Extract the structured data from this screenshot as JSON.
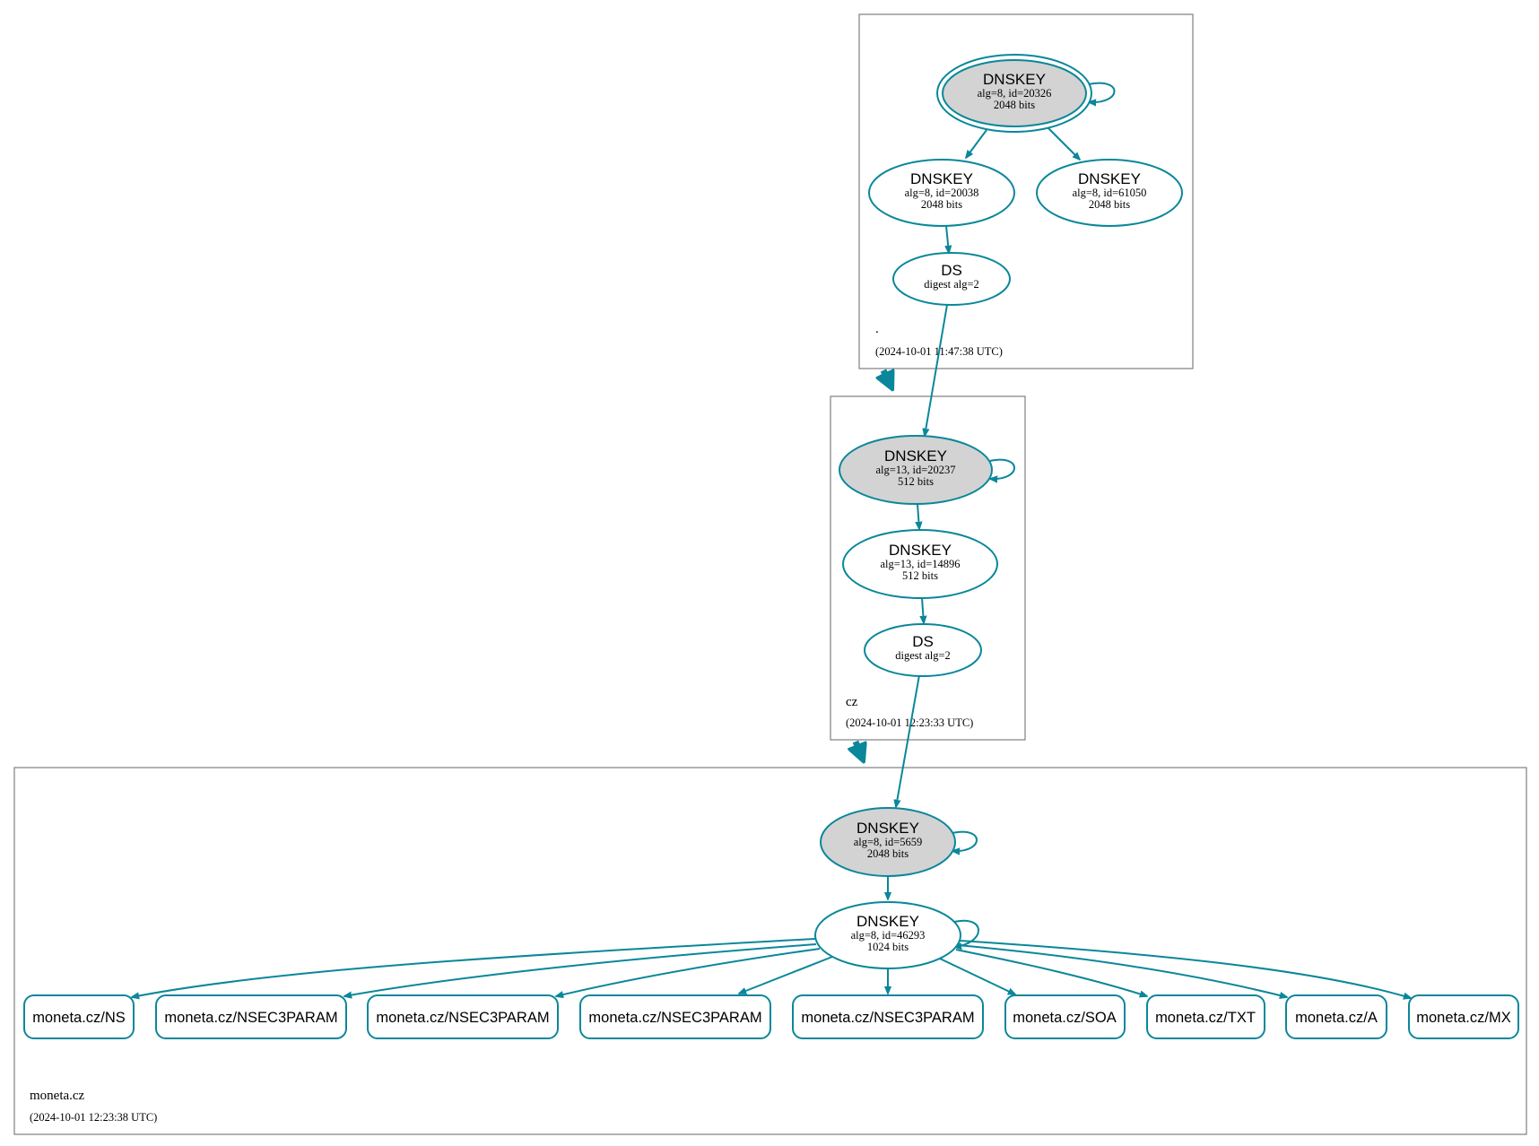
{
  "zones": {
    "root": {
      "name": ".",
      "timestamp": "(2024-10-01 11:47:38 UTC)"
    },
    "cz": {
      "name": "cz",
      "timestamp": "(2024-10-01 12:23:33 UTC)"
    },
    "moneta": {
      "name": "moneta.cz",
      "timestamp": "(2024-10-01 12:23:38 UTC)"
    }
  },
  "nodes": {
    "root_ksk": {
      "title": "DNSKEY",
      "line1": "alg=8, id=20326",
      "line2": "2048 bits"
    },
    "root_zsk1": {
      "title": "DNSKEY",
      "line1": "alg=8, id=20038",
      "line2": "2048 bits"
    },
    "root_zsk2": {
      "title": "DNSKEY",
      "line1": "alg=8, id=61050",
      "line2": "2048 bits"
    },
    "root_ds": {
      "title": "DS",
      "line1": "digest alg=2"
    },
    "cz_ksk": {
      "title": "DNSKEY",
      "line1": "alg=13, id=20237",
      "line2": "512 bits"
    },
    "cz_zsk": {
      "title": "DNSKEY",
      "line1": "alg=13, id=14896",
      "line2": "512 bits"
    },
    "cz_ds": {
      "title": "DS",
      "line1": "digest alg=2"
    },
    "moneta_ksk": {
      "title": "DNSKEY",
      "line1": "alg=8, id=5659",
      "line2": "2048 bits"
    },
    "moneta_zsk": {
      "title": "DNSKEY",
      "line1": "alg=8, id=46293",
      "line2": "1024 bits"
    }
  },
  "rrsets": [
    "moneta.cz/NS",
    "moneta.cz/NSEC3PARAM",
    "moneta.cz/NSEC3PARAM",
    "moneta.cz/NSEC3PARAM",
    "moneta.cz/NSEC3PARAM",
    "moneta.cz/SOA",
    "moneta.cz/TXT",
    "moneta.cz/A",
    "moneta.cz/MX"
  ],
  "colors": {
    "edge": "#0a879a",
    "trust_anchor_fill": "#d3d3d3",
    "zone_border": "#7f7f7f"
  }
}
